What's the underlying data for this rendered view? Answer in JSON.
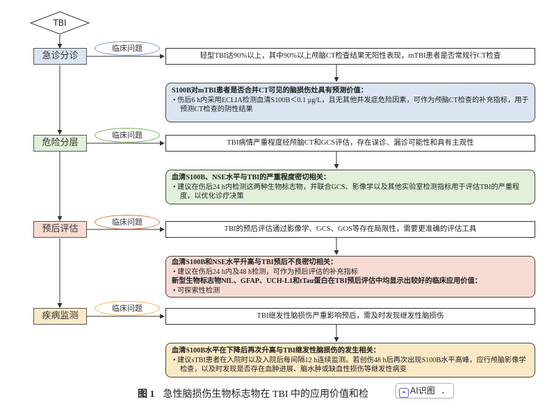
{
  "start": "TBI",
  "question_label": "临床问题",
  "stages": [
    {
      "label": "急诊分诊",
      "fill": "#dbe5f1",
      "accent": "#6c8ebf"
    },
    {
      "label": "危险分层",
      "fill": "#e2efd9",
      "accent": "#6aa84f"
    },
    {
      "label": "预后评估",
      "fill": "#f8dcd4",
      "accent": "#e06c3c"
    },
    {
      "label": "疾病监测",
      "fill": "#fbe9c6",
      "accent": "#e8b440"
    }
  ],
  "questions": [
    "轻型TBI达90%以上，其中90%以上颅脑CT检查结果无阳性表现，mTBI患者是否常规行CT检查",
    "TBI病情严重程度经颅脑CT和GCS评估，存在误诊、漏诊可能性和具有主观性",
    "TBI的预后评估通过影像学、GCS、GOS等存在局限性，需要更准确的评估工具",
    "TBI继发性脑损伤严重影响预后，需及时发现继发性脑损伤"
  ],
  "answers": [
    {
      "heading": "S100B对mTBI患者是否合并CT可见的脑损伤灶具有预测价值：",
      "bullets": [
        "伤后6 h内采用ECLIA检测血清S100B＜0.1 μg/L，且无其他并发症危险因素，可作为颅脑CT检查的补充指标，用于预测CT检查的阴性结果"
      ]
    },
    {
      "heading": "血清S100B、NSE水平与TBI的严重程度密切相关：",
      "bullets": [
        "建议在伤后24 h内检测这两种生物标志物，并联合GCS、影像学以及其他实验室检测指标用于评估TBI的严重程度，以优化诊疗决策"
      ]
    },
    {
      "heading": "血清S100B和NSE水平升高与TBI预后不良密切相关：",
      "bullets": [
        "建议在伤后24 h内及48 h检测，可作为预后评估的补充指标"
      ],
      "heading2": "新型生物标志物NfL、GFAP、UCH-L1和tTau蛋白在TBI预后评估中均显示出较好的临床应用价值：",
      "bullets2": [
        "可探索性检测"
      ]
    },
    {
      "heading": "血清S100B水平在下降后再次升高与TBI继发性脑损伤的发生相关：",
      "bullets": [
        "建议sTBI患者在入院时以及入院后每间隔12 h连续监测。若创伤48 h后再次出现S100B水平高峰，应行颅脑影像学检查，以及时发现是否存在血肿进展、脑水肿或缺血性损伤等继发性病变"
      ]
    }
  ],
  "caption": {
    "figure": "图 1",
    "text": "急性脑损伤生物标志物在 TBI 中的应用价值和检"
  },
  "ai_button": {
    "label": "AI识图",
    "icon": "sparkle-icon"
  }
}
